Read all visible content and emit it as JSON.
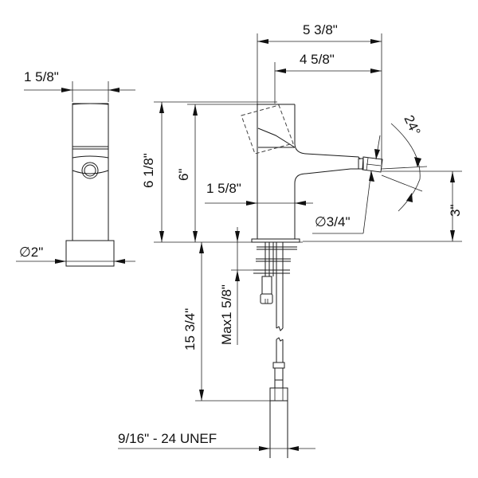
{
  "drawing": {
    "title": "Bidet faucet dimensional drawing",
    "views": [
      "side-view",
      "front-view"
    ],
    "dimensions": {
      "side_width": "1 5/8\"",
      "base_diameter": "∅2\"",
      "overall_depth": "5 3/8\"",
      "spout_reach": "4 5/8\"",
      "overall_height": "6 1/8\"",
      "body_height": "6\"",
      "body_width": "1 5/8\"",
      "spout_angle": "24°",
      "aerator_diameter": "∅3/4\"",
      "spout_height": "3\"",
      "max_deck_thickness": "Max1 5/8\"",
      "hose_length": "15 3/4\"",
      "connection_thread": "9/16\" - 24 UNEF"
    }
  }
}
